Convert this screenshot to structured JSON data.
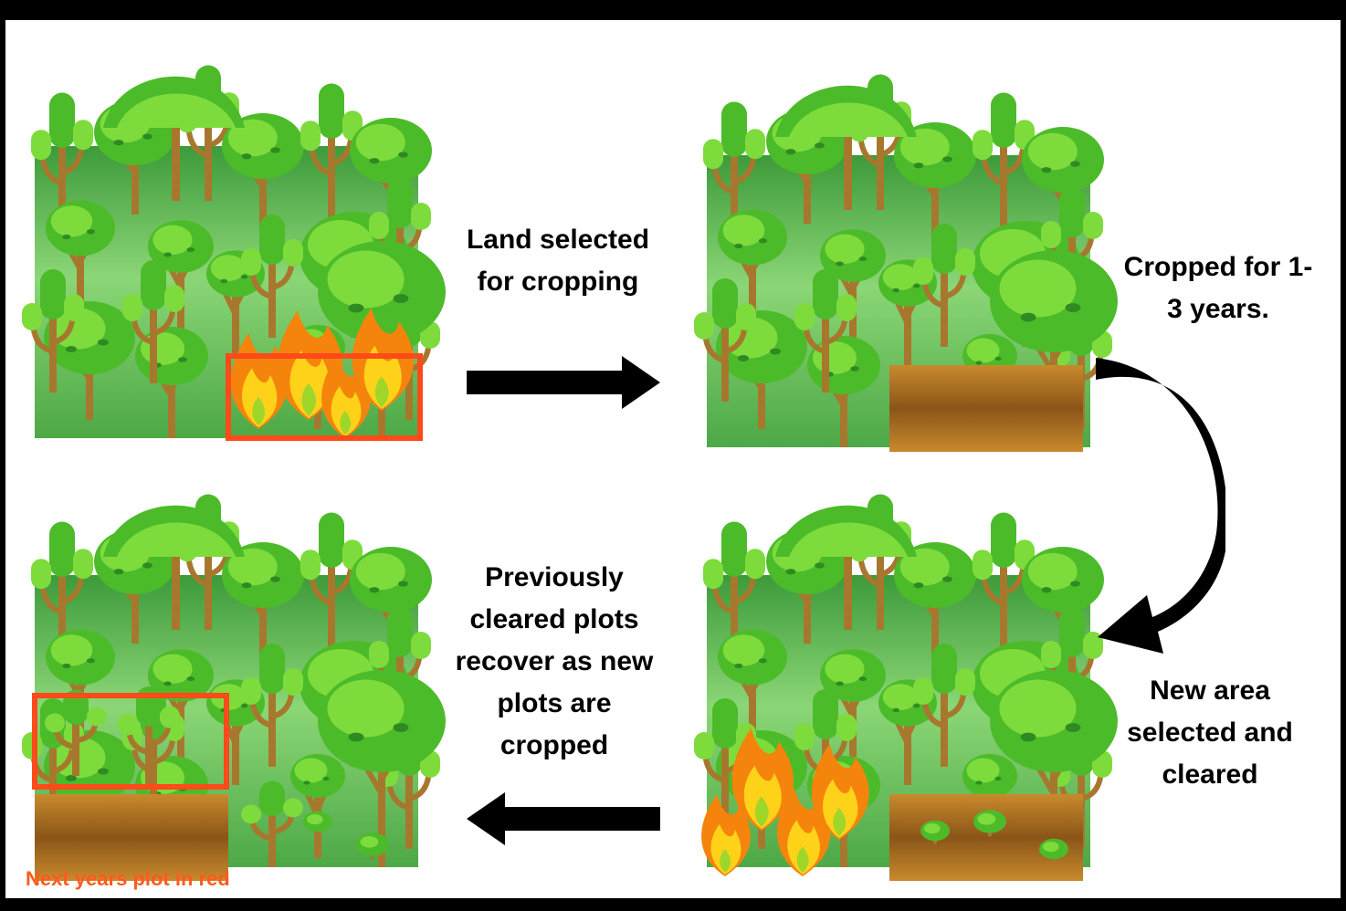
{
  "steps": [
    {
      "id": "step-1",
      "state": "forest with fire in lower-right plot"
    },
    {
      "id": "step-2",
      "state": "cleared plot in lower-right being cropped"
    },
    {
      "id": "step-3",
      "state": "new plot burning lower-left, previous plot with seedlings"
    },
    {
      "id": "step-4",
      "state": "older plots regrowing, next plot outlined"
    }
  ],
  "captions": {
    "select": "Land selected\nfor cropping",
    "cropped": "Cropped for 1-\n3 years.",
    "new_area": "New area\nselected and\ncleared",
    "recover": "Previously\ncleared plots\nrecover as new\nplots are\ncropped"
  },
  "footnote": "Next years plot in red",
  "colors": {
    "forest_dark": "#2e8b2e",
    "forest_light": "#8fd86a",
    "tree_green": "#4cbb2a",
    "tree_light": "#7ddc3c",
    "trunk": "#a8772e",
    "soil": "#a9701f",
    "fire_outer": "#f5840c",
    "fire_inner": "#ffd21a",
    "highlight_box": "#ff4a1a",
    "arrow": "#000000"
  },
  "icons": [
    "tree-icon",
    "fire-icon",
    "arrow-right-icon",
    "arrow-left-icon",
    "curved-arrow-icon"
  ]
}
